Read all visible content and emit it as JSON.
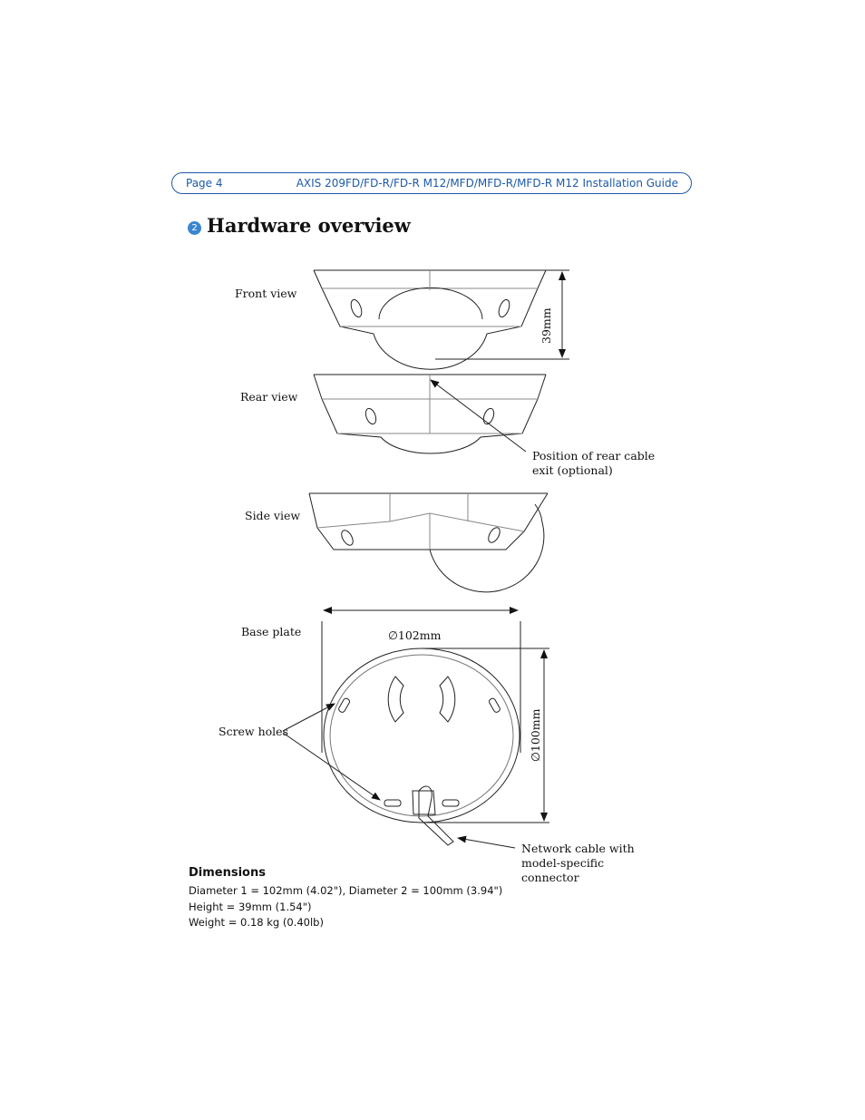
{
  "header": {
    "page": "Page 4",
    "title": "AXIS 209FD/FD-R/FD-R M12/MFD/MFD-R/MFD-R M12 Installation Guide"
  },
  "section": {
    "number": "2",
    "title": "Hardware overview"
  },
  "figure": {
    "front_view": "Front view",
    "rear_view": "Rear view",
    "side_view": "Side view",
    "base_plate": "Base plate",
    "screw_holes": "Screw holes",
    "height_dim": "39mm",
    "diameter1_dim": "∅102mm",
    "diameter2_dim": "∅100mm",
    "rear_cable_line1": "Position of rear cable",
    "rear_cable_line2": "exit (optional)",
    "network_cable_line1": "Network cable with",
    "network_cable_line2": "model-specific",
    "network_cable_line3": "connector"
  },
  "dimensions": {
    "heading": "Dimensions",
    "line1": "Diameter 1 = 102mm (4.02\"), Diameter 2 = 100mm (3.94\")",
    "line2": "Height = 39mm (1.54\")",
    "line3": "Weight = 0.18 kg (0.40lb)"
  },
  "colors": {
    "accent": "#1d5aa8",
    "section_number_bg": "#3a86d1"
  }
}
